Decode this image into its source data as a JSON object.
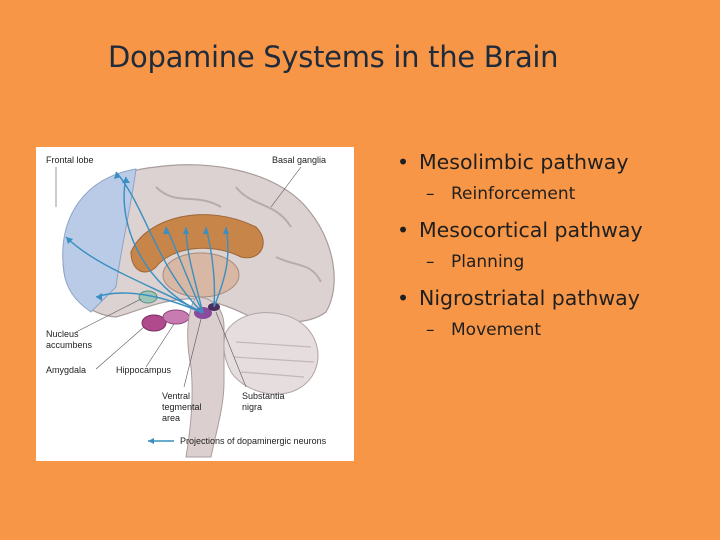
{
  "slide": {
    "title": "Dopamine Systems in the Brain"
  },
  "bullets": [
    {
      "label": "Mesolimbic pathway",
      "sub": "Reinforcement"
    },
    {
      "label": "Mesocortical pathway",
      "sub": "Planning"
    },
    {
      "label": "Nigrostriatal pathway",
      "sub": "Movement"
    }
  ],
  "figure": {
    "labels": {
      "frontal_lobe": "Frontal lobe",
      "basal_ganglia": "Basal ganglia",
      "nucleus": "Nucleus",
      "accumbens": "accumbens",
      "amygdala": "Amygdala",
      "hippocampus": "Hippocampus",
      "ventral": "Ventral",
      "tegmental": "tegmental",
      "area": "area",
      "substantia": "Substantia",
      "nigra": "nigra"
    },
    "legend": "Projections of dopaminergic neurons",
    "colors": {
      "projection": "#3a8fc0",
      "cortex": "#d9cfcf",
      "frontal": "#b8c9e6",
      "striatum": "#c8854a"
    }
  }
}
